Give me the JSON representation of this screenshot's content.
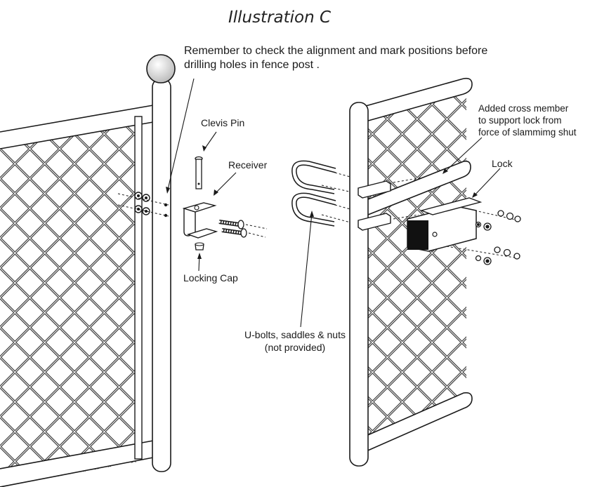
{
  "title": "Illustration C",
  "note": {
    "line1": "Remember to check the alignment and mark positions before",
    "line2": "drilling holes in fence post ."
  },
  "labels": {
    "clevis_pin": "Clevis Pin",
    "receiver": "Receiver",
    "locking_cap": "Locking Cap",
    "lock": "Lock",
    "cross_member_line1": "Added cross member",
    "cross_member_line2": "to support lock from",
    "cross_member_line3": "force of slammimg shut",
    "ubolts_line1": "U-bolts, saddles & nuts",
    "ubolts_line2": "(not provided)"
  },
  "colors": {
    "line": "#1a1a1a",
    "lock_face": "#111111",
    "post_ball": "#d8d8d8"
  }
}
